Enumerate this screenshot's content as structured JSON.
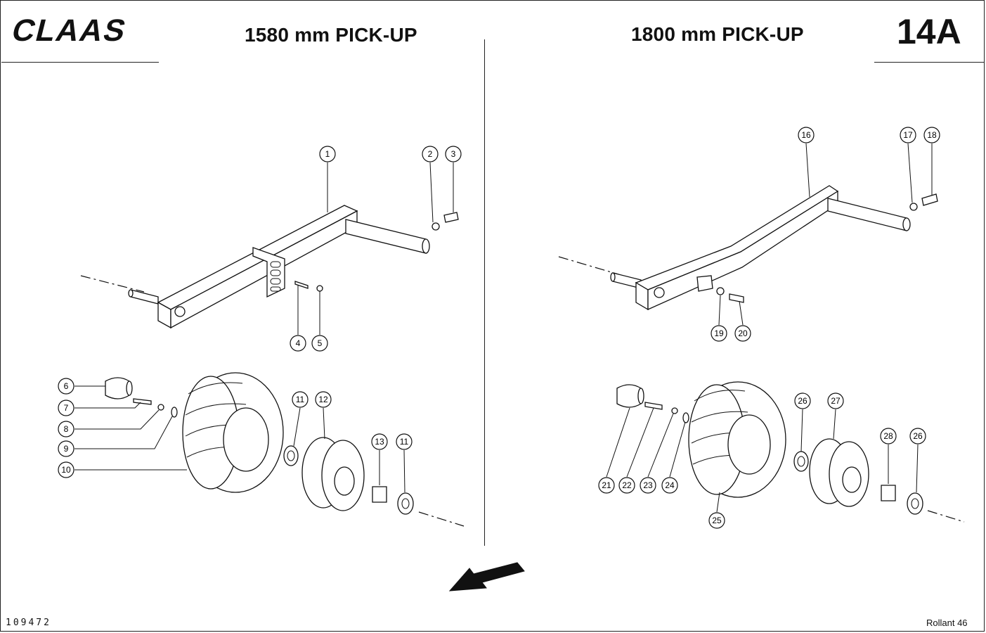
{
  "header": {
    "brand": "CLAAS",
    "title_left": "1580 mm PICK-UP",
    "title_right": "1800 mm PICK-UP",
    "page_number": "14A"
  },
  "footer": {
    "drawing_number": "109472",
    "model": "Rollant 46"
  },
  "callouts_left": [
    "1",
    "2",
    "3",
    "4",
    "5",
    "6",
    "7",
    "8",
    "9",
    "10",
    "11",
    "12",
    "13",
    "11"
  ],
  "callouts_right": [
    "16",
    "17",
    "18",
    "19",
    "20",
    "21",
    "22",
    "23",
    "24",
    "25",
    "26",
    "27",
    "28",
    "26"
  ]
}
